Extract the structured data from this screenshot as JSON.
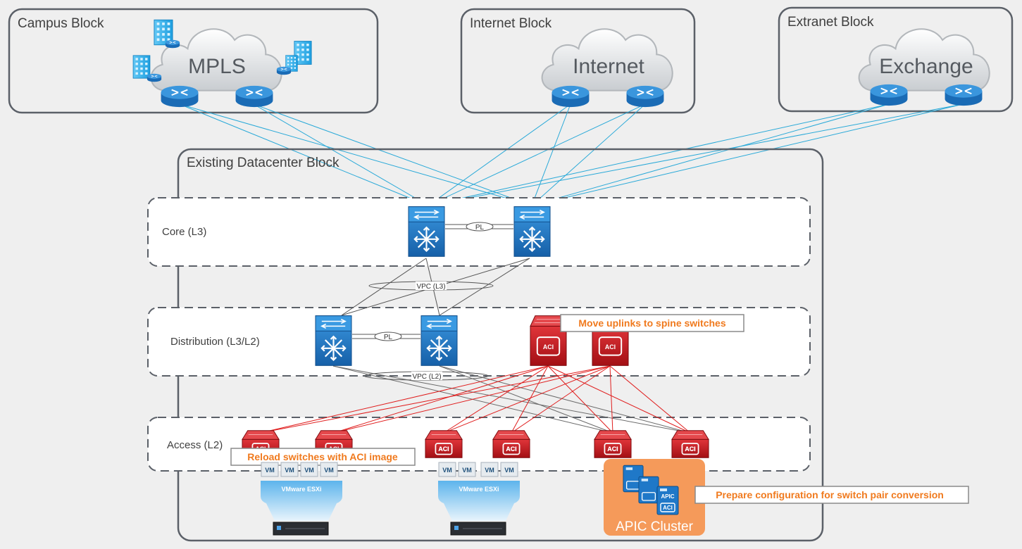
{
  "blocks": {
    "campus": "Campus Block",
    "internet": "Internet Block",
    "extranet": "Extranet Block",
    "datacenter": "Existing Datacenter Block"
  },
  "clouds": {
    "mpls": "MPLS",
    "internet": "Internet",
    "exchange": "Exchange"
  },
  "layers": {
    "core": "Core (L3)",
    "distribution": "Distribution (L3/L2)",
    "access": "Access (L2)"
  },
  "links": {
    "core_pl": "PL",
    "core_vpc": "VPC (L3)",
    "dist_pl": "PL",
    "dist_vpc": "VPC (L2)"
  },
  "callouts": {
    "move_uplinks": "Move uplinks to spine switches",
    "reload_switches": "Reload switches with ACI image",
    "prepare_config": "Prepare configuration for switch pair conversion"
  },
  "hosts": {
    "vm_label": "VM",
    "esxi_label": "VMware ESXi"
  },
  "aci_label": "ACI",
  "apic": {
    "cluster_label": "APIC Cluster",
    "node_label": "APIC"
  },
  "colors": {
    "background": "#efefef",
    "cisco_blue": "#1f78c8",
    "aci_red": "#c8161d",
    "wan_link": "#29a9d8",
    "aci_link": "#e01e1e",
    "callout_orange": "#f07a1e",
    "apic_orange": "#f59a5a"
  }
}
